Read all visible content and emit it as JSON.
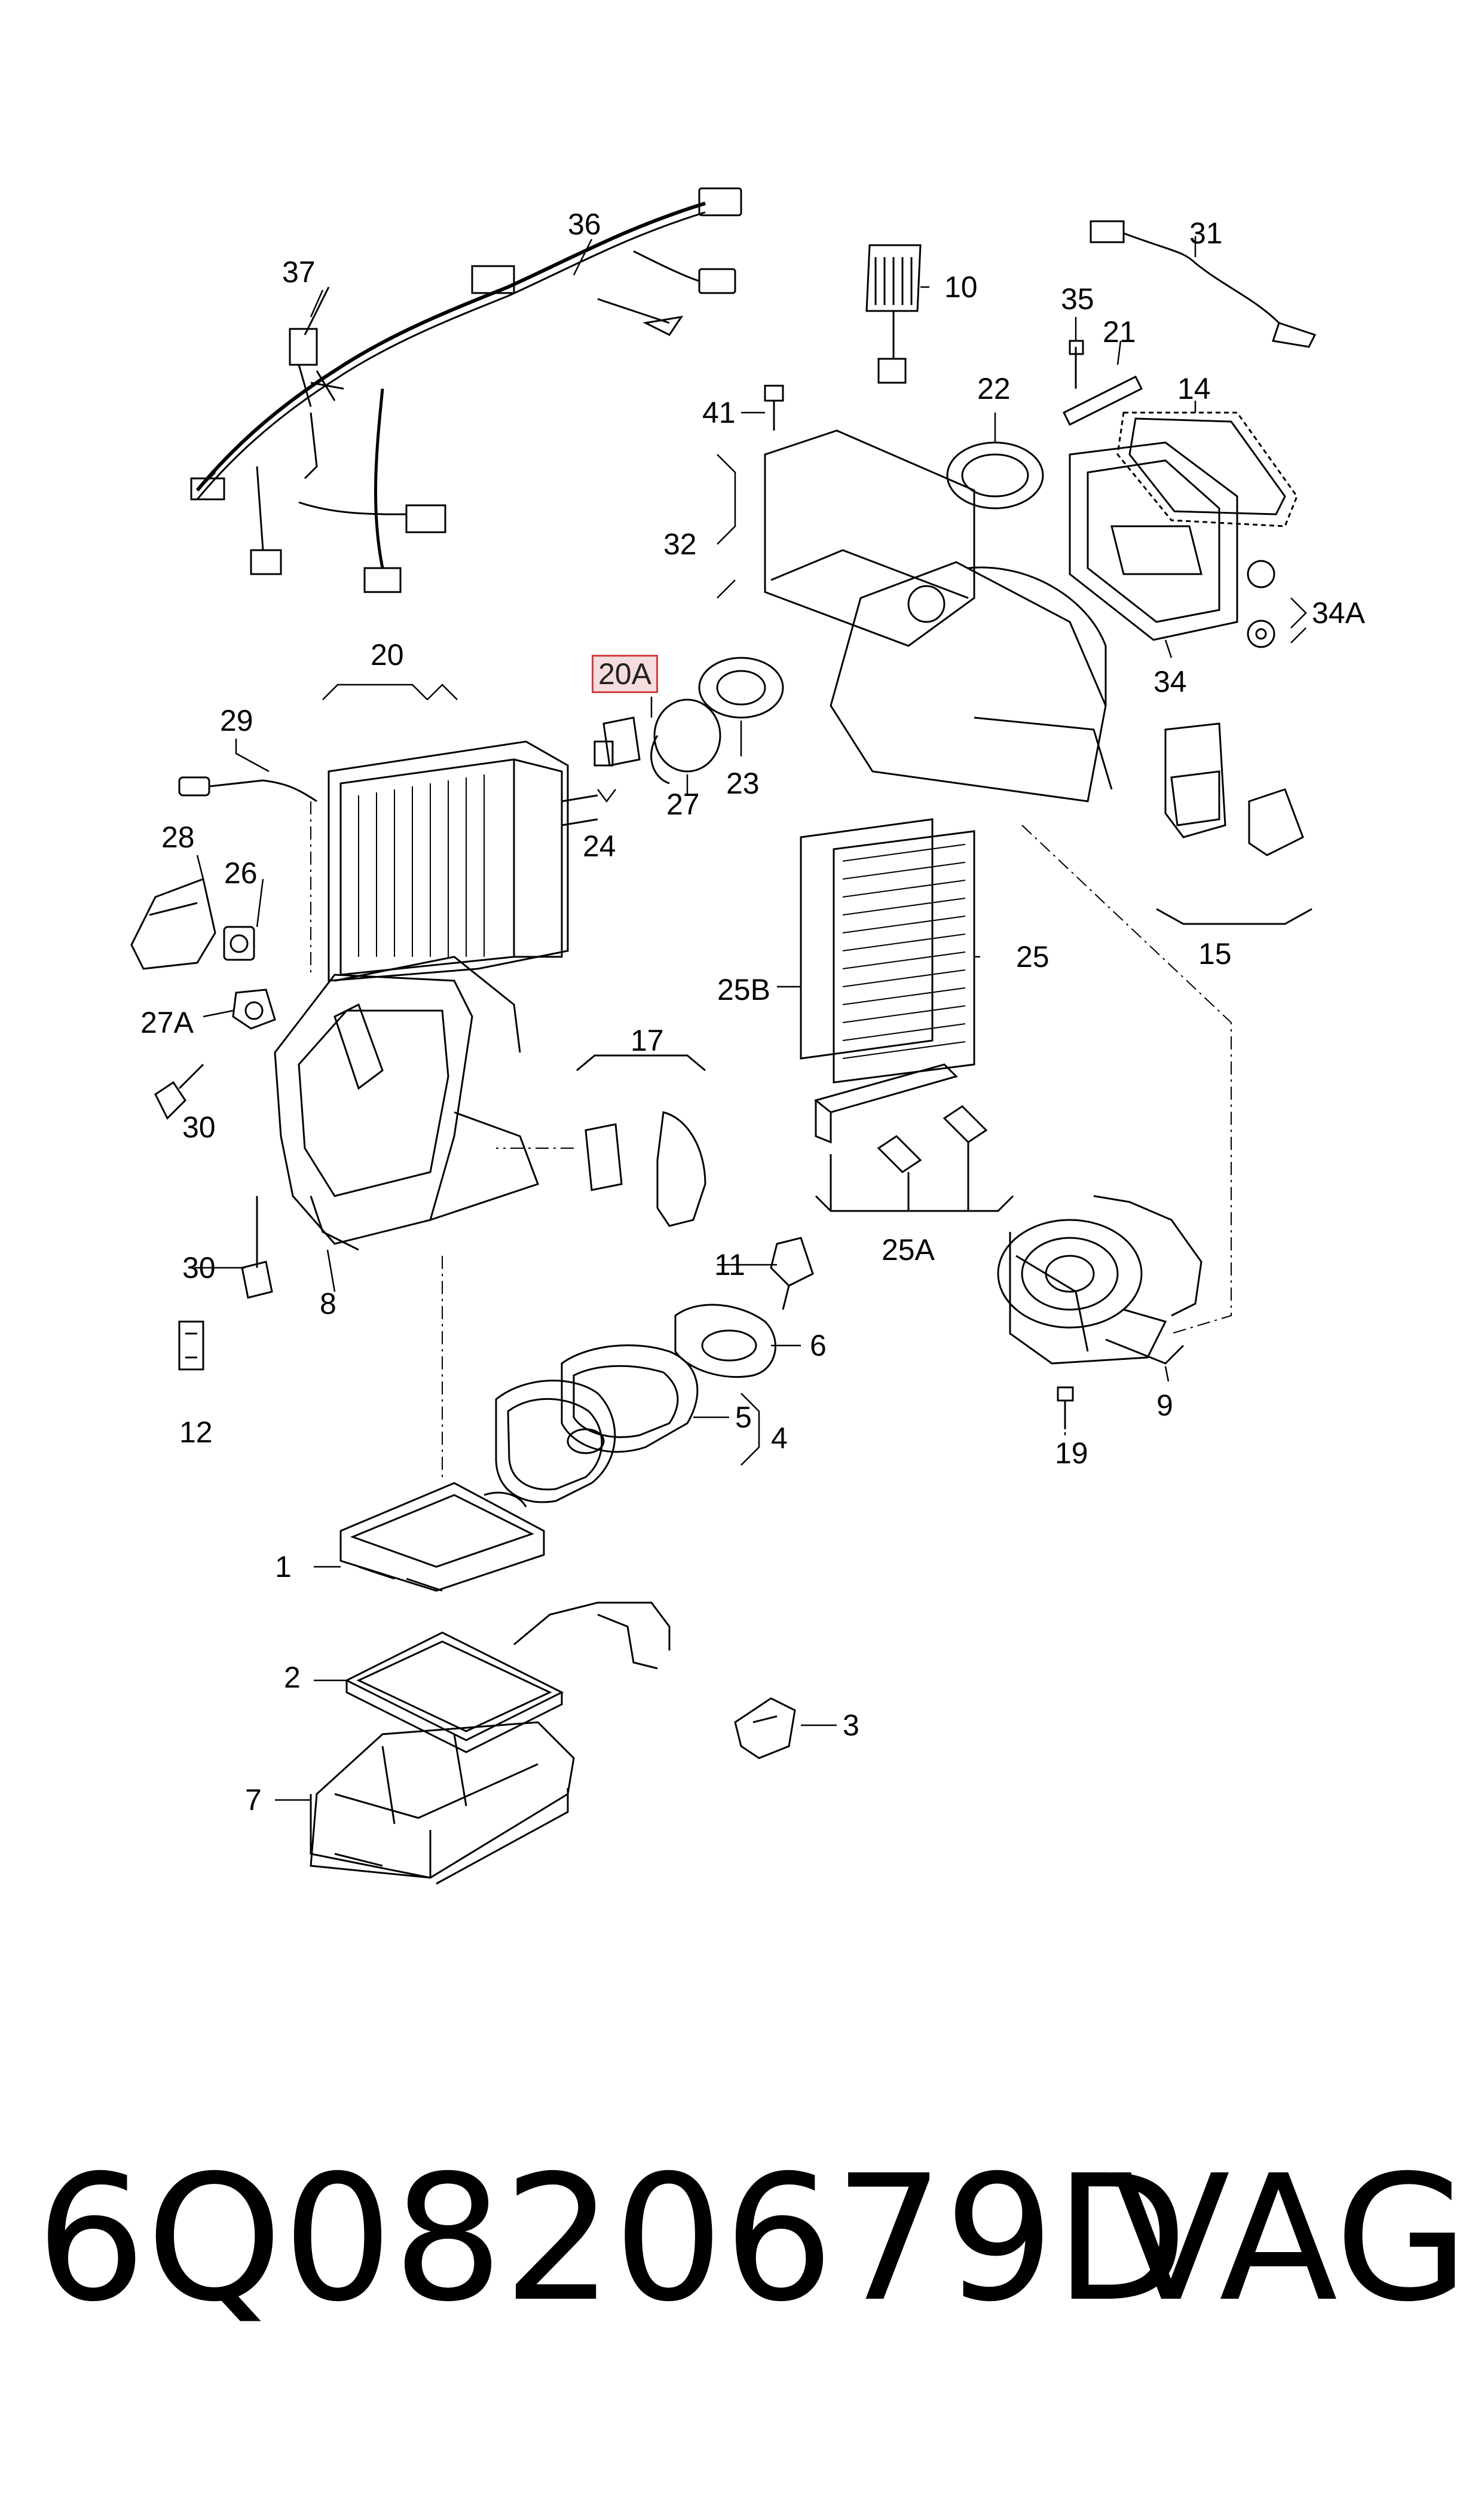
{
  "callouts": {
    "c1": "1",
    "c2": "2",
    "c3": "3",
    "c4": "4",
    "c5": "5",
    "c6": "6",
    "c7": "7",
    "c8": "8",
    "c9": "9",
    "c10": "10",
    "c11": "11",
    "c12": "12",
    "c14": "14",
    "c15": "15",
    "c17": "17",
    "c19": "19",
    "c20": "20",
    "c20A": "20A",
    "c21": "21",
    "c22": "22",
    "c23": "23",
    "c24": "24",
    "c25": "25",
    "c25A": "25A",
    "c25B": "25B",
    "c26": "26",
    "c27": "27",
    "c27A": "27A",
    "c28": "28",
    "c29": "29",
    "c30a": "30",
    "c30b": "30",
    "c31": "31",
    "c32": "32",
    "c34": "34",
    "c34A": "34A",
    "c35": "35",
    "c36": "36",
    "c37": "37",
    "c41": "41"
  },
  "highlight_color": "#d04040",
  "footer": {
    "part_number": "6Q0820679D",
    "brand": "VAG"
  }
}
